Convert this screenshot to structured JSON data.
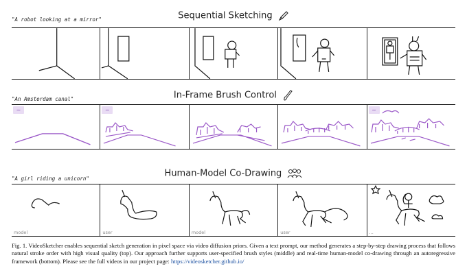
{
  "sections": [
    {
      "title": "Sequential Sketching",
      "prompt": "\"A robot looking at a mirror\"",
      "icon": "pencil-icon"
    },
    {
      "title": "In-Frame Brush Control",
      "prompt": "\"An Amsterdam canal\"",
      "icon": "brush-icon",
      "badge": "~"
    },
    {
      "title": "Human-Model Co-Drawing",
      "prompt": "\"A girl riding a unicorn\"",
      "icon": "people-icon",
      "roles": [
        "model",
        "user",
        "model",
        "user",
        "..."
      ]
    }
  ],
  "caption": {
    "text": "Fig. 1.  VideoSketcher enables sequential sketch generation in pixel space via video diffusion priors. Given a text prompt, our method generates a step-by-step drawing process that follows natural stroke order with high visual quality (top). Our approach further supports user-specified brush styles (middle) and real-time human-model co-drawing through an autoregressive framework (bottom). Please see the full videos in our project page: ",
    "link": "https://videosketcher.github.io/"
  },
  "colors": {
    "stroke": "#111111",
    "brush": "#9b59c8",
    "badge_bg": "#e9dcf4",
    "link": "#1a4fa0"
  }
}
